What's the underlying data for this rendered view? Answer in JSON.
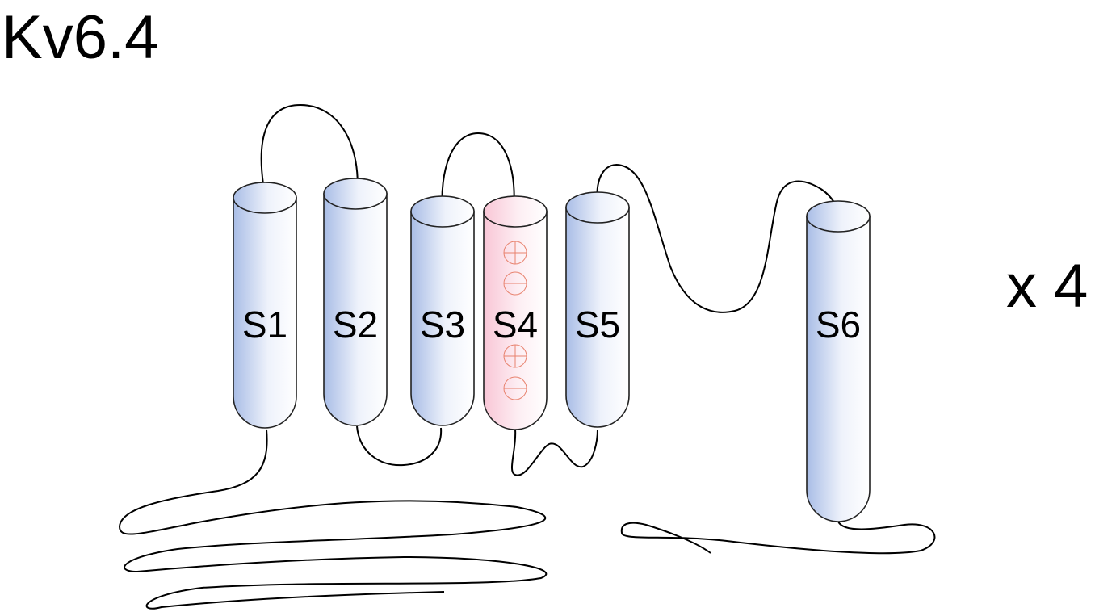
{
  "title": "Kv6.4",
  "multiplier": "x 4",
  "segments": [
    {
      "label": "S1",
      "type": "transmembrane"
    },
    {
      "label": "S2",
      "type": "transmembrane"
    },
    {
      "label": "S3",
      "type": "transmembrane"
    },
    {
      "label": "S4",
      "type": "voltage-sensor",
      "charges": [
        "+",
        "-",
        "+",
        "-"
      ]
    },
    {
      "label": "S5",
      "type": "transmembrane"
    },
    {
      "label": "S6",
      "type": "transmembrane"
    }
  ],
  "colors": {
    "helix": "#a9bde6",
    "voltage_sensor": "#f9c6d6",
    "charge": "#e8826e"
  }
}
